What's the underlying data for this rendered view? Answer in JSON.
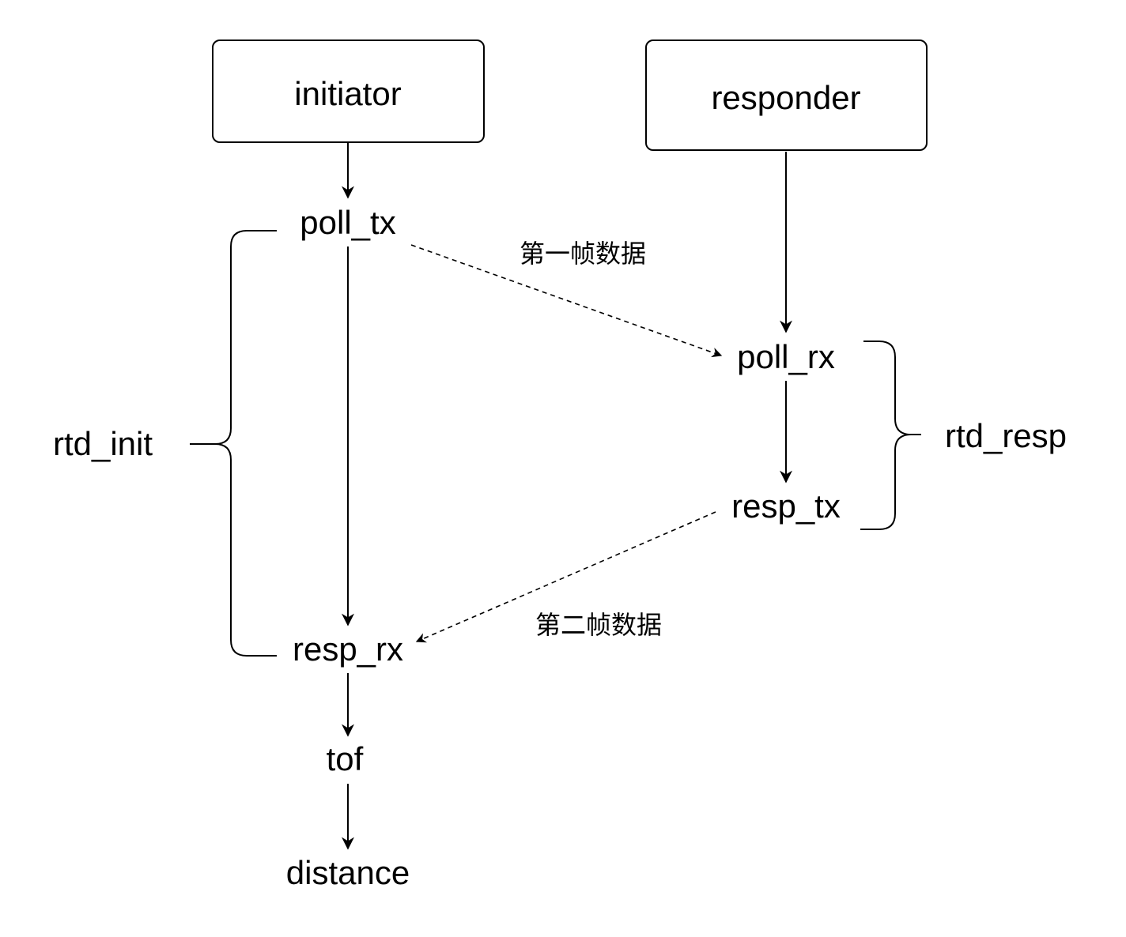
{
  "nodes": {
    "initiator": "initiator",
    "responder": "responder",
    "poll_tx": "poll_tx",
    "poll_rx": "poll_rx",
    "resp_tx": "resp_tx",
    "resp_rx": "resp_rx",
    "tof": "tof",
    "distance": "distance"
  },
  "braces": {
    "left": "rtd_init",
    "right": "rtd_resp"
  },
  "messages": {
    "first": "第一帧数据",
    "second": "第二帧数据"
  },
  "edges": [
    {
      "from": "initiator",
      "to": "poll_tx",
      "style": "solid"
    },
    {
      "from": "poll_tx",
      "to": "resp_rx",
      "style": "solid"
    },
    {
      "from": "resp_rx",
      "to": "tof",
      "style": "solid"
    },
    {
      "from": "tof",
      "to": "distance",
      "style": "solid"
    },
    {
      "from": "responder",
      "to": "poll_rx",
      "style": "solid"
    },
    {
      "from": "poll_rx",
      "to": "resp_tx",
      "style": "solid"
    },
    {
      "from": "poll_tx",
      "to": "poll_rx",
      "style": "dashed",
      "label": "第一帧数据"
    },
    {
      "from": "resp_tx",
      "to": "resp_rx",
      "style": "dashed",
      "label": "第二帧数据"
    }
  ]
}
